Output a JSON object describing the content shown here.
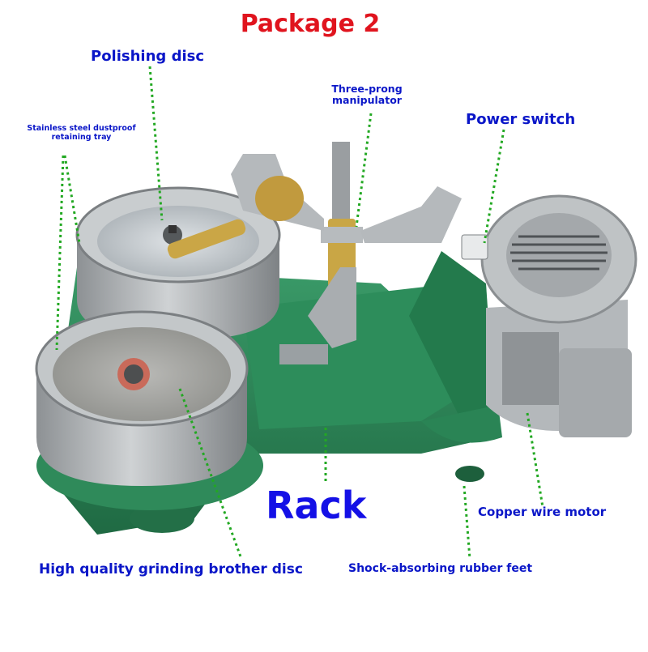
{
  "title": "Package 2",
  "labels": {
    "polishing_disc": "Polishing disc",
    "dustproof_tray_line1": "Stainless steel dustproof",
    "dustproof_tray_line2": "retaining tray",
    "manipulator_line1": "Three-prong",
    "manipulator_line2": "manipulator",
    "power_switch": "Power switch",
    "rack": "Rack",
    "copper_motor": "Copper wire motor",
    "grinding_disc": "High quality grinding brother disc",
    "rubber_feet": "Shock-absorbing rubber feet"
  },
  "colors": {
    "title": "#e0141e",
    "label": "#0a16c8",
    "rack": "#1410e6",
    "leader_line": "#22a822",
    "machine_green": "#2f8a5a",
    "metal": "#a9adb0"
  }
}
